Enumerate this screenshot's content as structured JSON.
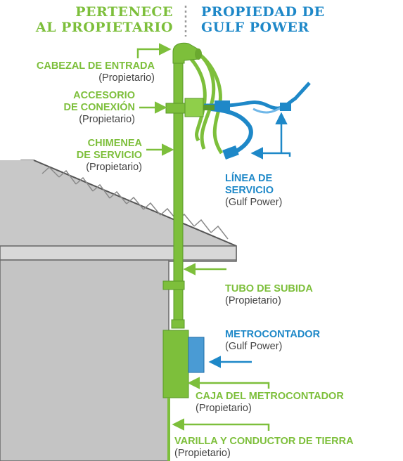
{
  "header": {
    "owner_line1": "PERTENECE",
    "owner_line2": "AL PROPIETARIO",
    "utility_line1": "PROPIEDAD DE",
    "utility_line2": "GULF POWER"
  },
  "labels": {
    "weatherhead": {
      "title": "CABEZAL DE ENTRADA",
      "owner": "(Propietario)"
    },
    "connector": {
      "title_line1": "ACCESORIO",
      "title_line2": "DE CONEXIÓN",
      "owner": "(Propietario)"
    },
    "mast": {
      "title_line1": "CHIMENEA",
      "title_line2": "DE SERVICIO",
      "owner": "(Propietario)"
    },
    "service_line": {
      "title_line1": "LÍNEA DE",
      "title_line2": "SERVICIO",
      "owner": "(Gulf Power)"
    },
    "riser": {
      "title": "TUBO DE SUBIDA",
      "owner": "(Propietario)"
    },
    "meter": {
      "title": "METROCONTADOR",
      "owner": "(Gulf Power)"
    },
    "meter_box": {
      "title": "CAJA DEL METROCONTADOR",
      "owner": "(Propietario)"
    },
    "ground_rod": {
      "title": "VARILLA Y CONDUCTOR DE TIERRA",
      "owner": "(Propietario)"
    }
  },
  "colors": {
    "owner_green": "#7dbf3b",
    "utility_blue": "#1e88c8",
    "house_gray": "#c8c8c8"
  }
}
